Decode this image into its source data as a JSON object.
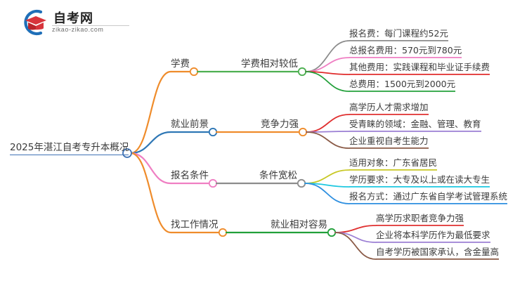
{
  "logo": {
    "brand": "自考网",
    "domain": "zikao-zikao.com",
    "mark_outer_color": "#1f6fb8",
    "mark_inner_color": "#d8343c"
  },
  "mindmap": {
    "root": {
      "label": "2025年湛江自考专升本概况",
      "color": "#3f72b5"
    },
    "branches": [
      {
        "label": "学费",
        "color": "#ef8c2b",
        "node_color": "#ef8c2b",
        "child": {
          "label": "学费相对较低",
          "color": "#4caf50",
          "node_color": "#4caf50",
          "leaves": [
            {
              "label": "报名费：每门课程约52元",
              "color": "#8c8c8c"
            },
            {
              "label": "总报名费用：570元到780元",
              "color": "#ef7fc3"
            },
            {
              "label": "其他费用：实践课程和毕业证手续费",
              "color": "#e02b2b"
            },
            {
              "label": "总费用：1500元到2000元",
              "color": "#22a03a"
            }
          ]
        }
      },
      {
        "label": "就业前景",
        "color": "#2e77b5",
        "node_color": "#2e77b5",
        "child": {
          "label": "竞争力强",
          "color": "#ef8c2b",
          "node_color": "#ef8c2b",
          "leaves": [
            {
              "label": "高学历人才需求增加",
              "color": "#e03030"
            },
            {
              "label": "受青睐的领域：金融、管理、教育",
              "color": "#9b7fd4"
            },
            {
              "label": "企业重视自考生能力",
              "color": "#8a5a46"
            }
          ]
        }
      },
      {
        "label": "报名条件",
        "color": "#ef7fc3",
        "node_color": "#ef7fc3",
        "child": {
          "label": "条件宽松",
          "color": "#8c8c8c",
          "node_color": "#8c8c8c",
          "leaves": [
            {
              "label": "适用对象：广东省居民",
              "color": "#c8c825"
            },
            {
              "label": "学历要求：大专及以上或在读大专生",
              "color": "#1ec8e0"
            },
            {
              "label": "报名方式：通过广东省自学考试管理系统",
              "color": "#2e8fe0"
            }
          ]
        }
      },
      {
        "label": "找工作情况",
        "color": "#ef8c2b",
        "node_color": "#ef8c2b",
        "child": {
          "label": "就业相对容易",
          "color": "#22a03a",
          "node_color": "#22a03a",
          "leaves": [
            {
              "label": "高学历求职者竞争力强",
              "color": "#e03030"
            },
            {
              "label": "企业将本科学历作为最低要求",
              "color": "#9b7fd4"
            },
            {
              "label": "自考学历被国家承认，含金量高",
              "color": "#8a5a46"
            }
          ]
        }
      }
    ]
  }
}
